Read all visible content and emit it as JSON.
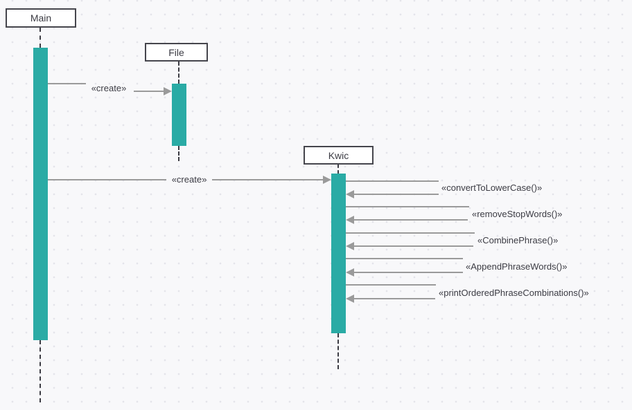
{
  "diagram": {
    "type": "uml-sequence-diagram",
    "actors": [
      {
        "id": "main",
        "label": "Main"
      },
      {
        "id": "file",
        "label": "File"
      },
      {
        "id": "kwic",
        "label": "Kwic"
      }
    ],
    "messages": [
      {
        "label": "«create»",
        "from": "Main",
        "to": "File",
        "kind": "create"
      },
      {
        "label": "«create»",
        "from": "Main",
        "to": "Kwic",
        "kind": "create"
      },
      {
        "label": "«convertToLowerCase()»",
        "on": "Kwic",
        "kind": "self"
      },
      {
        "label": "«removeStopWords()»",
        "on": "Kwic",
        "kind": "self"
      },
      {
        "label": "«CombinePhrase()»",
        "on": "Kwic",
        "kind": "self"
      },
      {
        "label": "«AppendPhraseWords()»",
        "on": "Kwic",
        "kind": "self"
      },
      {
        "label": "«printOrderedPhraseCombinations()»",
        "on": "Kwic",
        "kind": "self"
      }
    ],
    "colors": {
      "activation_fill": "#2aaba5",
      "message_line": "#9a9a9a",
      "lifeline": "#3b3b43",
      "box_border": "#45454c",
      "box_fill": "#ffffff",
      "text": "#3b3b43",
      "background": "#f8f8fa",
      "grid_dot": "#e4e4ea"
    }
  }
}
